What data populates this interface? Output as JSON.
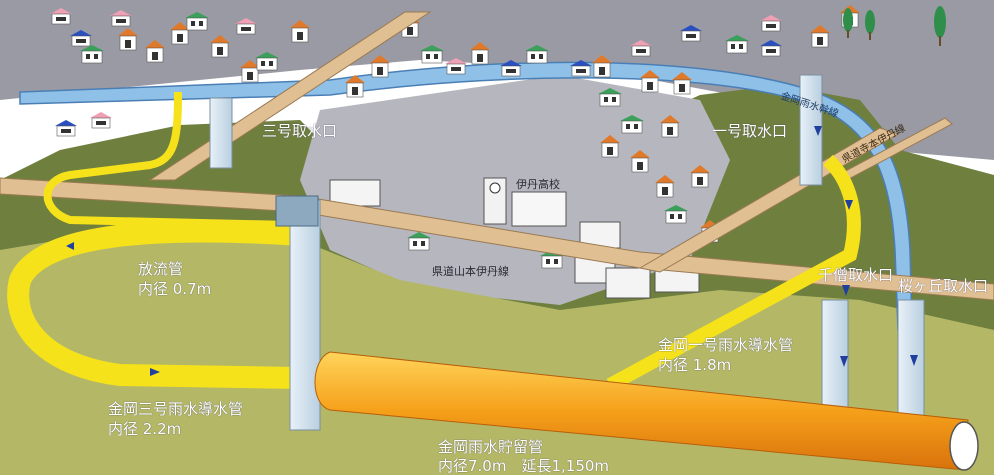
{
  "labels": {
    "intake_3": "三号取水口",
    "intake_1": "一号取水口",
    "intake_senzo": "千僧取水口",
    "intake_sakuragaoka": "桜ヶ丘取水口",
    "school": "伊丹高校",
    "road_prefectural": "県道山本伊丹線",
    "road_itami_line": "県道寺本伊丹線",
    "channel": "金岡雨水幹線",
    "discharge_pipe_name": "放流管",
    "discharge_pipe_dia": "内径 0.7m",
    "conduit_3_name": "金岡三号雨水導水管",
    "conduit_3_dia": "内径 2.2m",
    "conduit_1_name": "金岡一号雨水導水管",
    "conduit_1_dia": "内径 1.8m",
    "storage_name": "金岡雨水貯留管",
    "storage_spec": "内径7.0m　延長1,150m"
  },
  "colors": {
    "sky": "#ffffff",
    "town_ground": "#9a9aa4",
    "green_soil": "#6f7f3e",
    "khaki_soil": "#b4b866",
    "road": "#e0bf92",
    "channel": "#8fc0e8",
    "yellow_pipe": "#f5e21a",
    "storage_pipe": "#f4a21c",
    "shaft": "#c9dcea"
  }
}
